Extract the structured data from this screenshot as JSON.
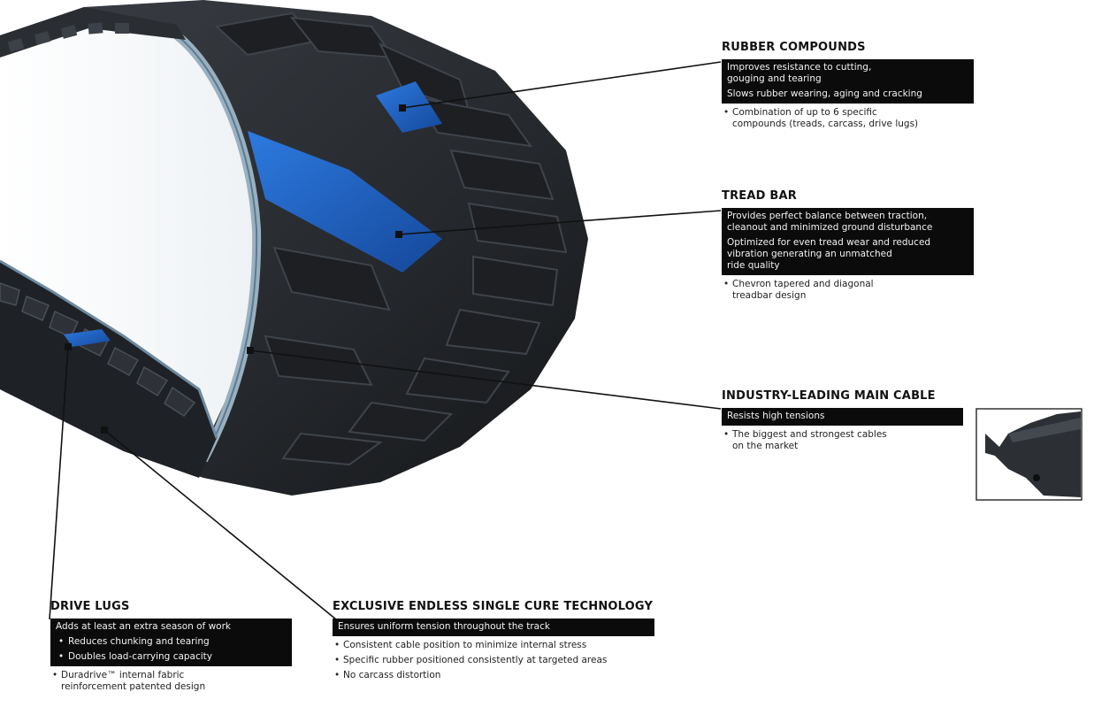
{
  "callouts": {
    "rubber_compounds": {
      "title": "RUBBER COMPOUNDS",
      "box_lines": [
        "Improves resistance to cutting,\ngouging and tearing",
        "Slows rubber wearing, aging and cracking"
      ],
      "bullets": [
        "Combination of up to 6 specific\ncompounds (treads, carcass, drive lugs)"
      ]
    },
    "tread_bar": {
      "title": "TREAD BAR",
      "box_lines": [
        "Provides perfect balance between traction,\ncleanout and minimized ground disturbance",
        "Optimized for even tread wear and reduced\nvibration generating an unmatched\nride quality"
      ],
      "bullets": [
        "Chevron tapered and diagonal\ntreadbar design"
      ]
    },
    "main_cable": {
      "title": "INDUSTRY-LEADING MAIN CABLE",
      "box_lines": [
        "Resists high tensions"
      ],
      "bullets": [
        "The biggest and strongest cables\non the market"
      ]
    },
    "drive_lugs": {
      "title": "DRIVE LUGS",
      "box_lines": [
        "Adds at least an extra season of work"
      ],
      "box_bullets": [
        "Reduces chunking and tearing",
        "Doubles load-carrying capacity"
      ],
      "bullets": [
        "Duradrive™ internal fabric\nreinforcement patented design"
      ]
    },
    "endless_cure": {
      "title": "EXCLUSIVE ENDLESS SINGLE CURE TECHNOLOGY",
      "box_lines": [
        "Ensures uniform tension throughout the track"
      ],
      "bullets": [
        "Consistent cable position to minimize internal stress",
        "Specific rubber positioned consistently at targeted areas",
        "No carcass distortion"
      ]
    }
  },
  "colors": {
    "rubber": "#2b2e33",
    "rubber_dark": "#16181b",
    "highlight_blue": "#1e63c6",
    "inner_ring": "#9ab0bf",
    "box_bg": "#0b0b0b"
  }
}
